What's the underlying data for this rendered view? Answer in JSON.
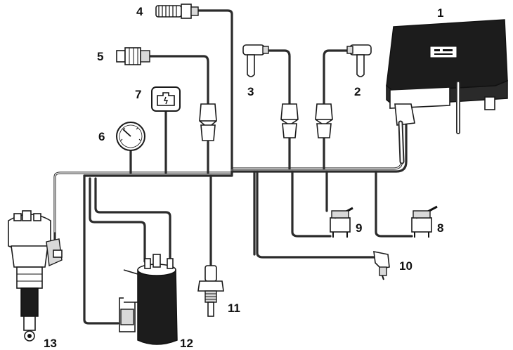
{
  "labels": {
    "l1": "1",
    "l2": "2",
    "l3": "3",
    "l4": "4",
    "l5": "5",
    "l6": "6",
    "l7": "7",
    "l8": "8",
    "l9": "9",
    "l10": "10",
    "l11": "11",
    "l12": "12",
    "l13": "13"
  },
  "colors": {
    "ink": "#1c1c1c",
    "paper": "#ffffff"
  },
  "icons": {
    "check_engine": "engine-warning-icon"
  }
}
